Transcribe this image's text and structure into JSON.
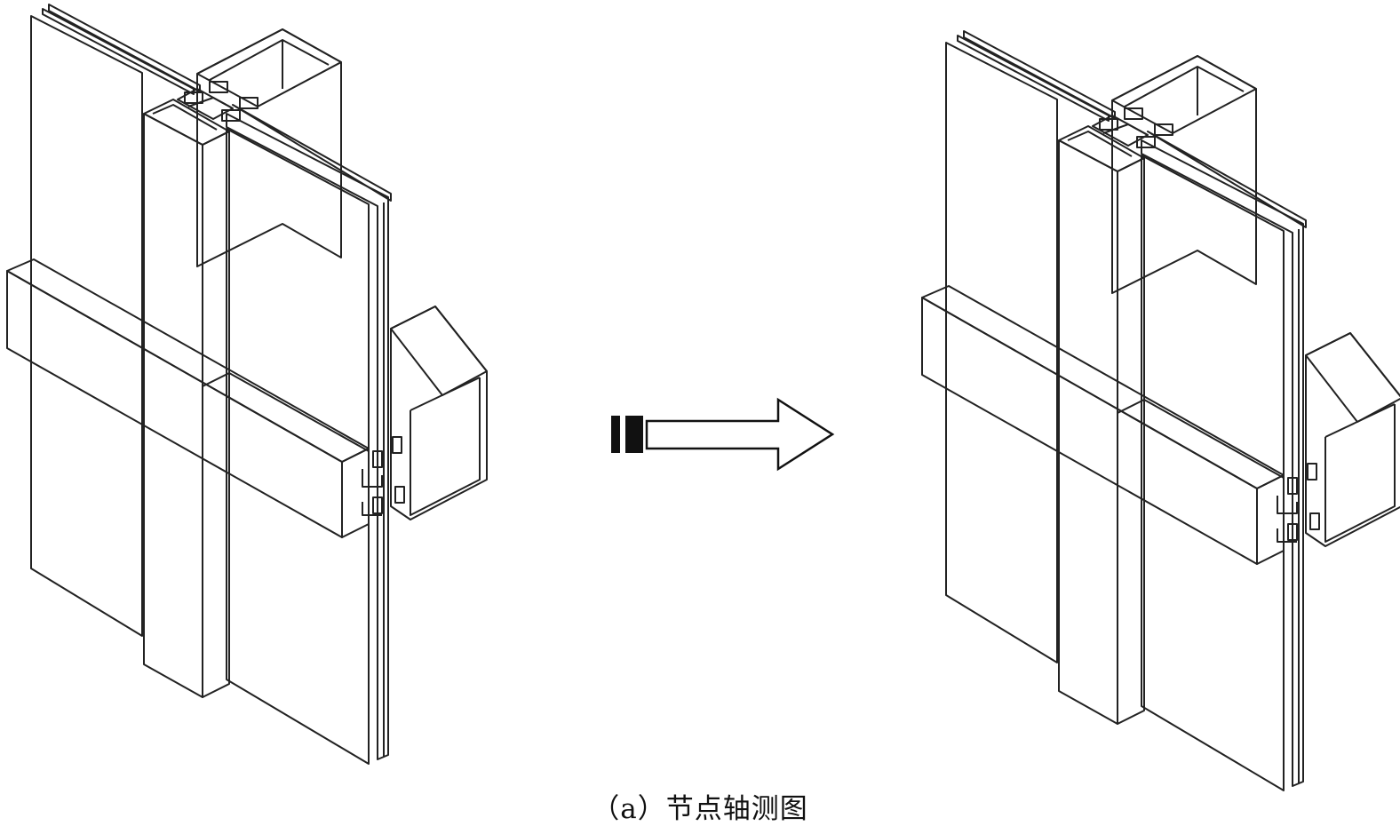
{
  "caption": "（a）节点轴测图",
  "colors": {
    "line": "#222222",
    "left_fill": "#ffffff",
    "right_panel": "#9a9a9a",
    "right_frame": "#c8c8c8",
    "arrow_fill": "#ffffff",
    "arrow_tail_bars": "#111111"
  },
  "icons": [
    "isometric-joint-line-drawing",
    "right-arrow-icon",
    "isometric-joint-shaded-rendering",
    "gasket-seal-icon"
  ]
}
